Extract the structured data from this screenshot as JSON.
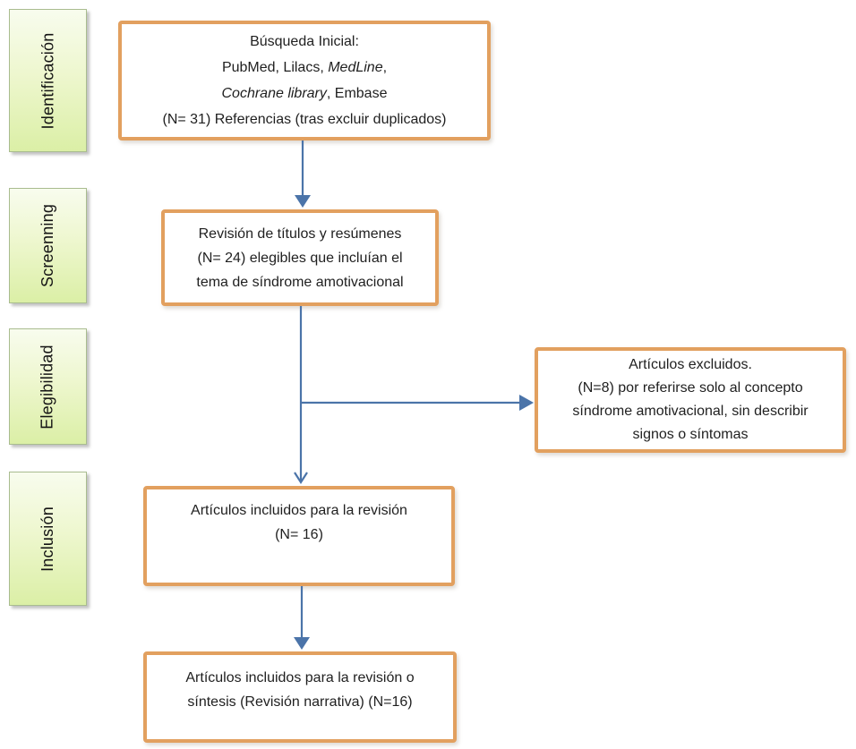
{
  "diagram": {
    "type": "flowchart",
    "stages": [
      {
        "label": "Identificación"
      },
      {
        "label": "Screenning"
      },
      {
        "label": "Elegibilidad"
      },
      {
        "label": "Inclusión"
      }
    ],
    "boxes": {
      "search": {
        "line1": "Búsqueda Inicial:",
        "line2_pre": "PubMed, Lilacs, ",
        "line2_italic": "MedLine",
        "line2_post": ",",
        "line3_italic": "Cochrane library",
        "line3_post": ", Embase",
        "line4": "(N= 31) Referencias (tras excluir duplicados)"
      },
      "screening": {
        "text": "Revisión de títulos y resúmenes\n(N= 24) elegibles que incluían el\ntema de síndrome amotivacional"
      },
      "excluded": {
        "text": "Artículos excluidos.\n(N=8) por referirse solo al concepto\nsíndrome amotivacional, sin describir\nsignos o síntomas"
      },
      "included": {
        "text": "Artículos incluidos para la revisión\n(N= 16)"
      },
      "final": {
        "text": "Artículos incluidos para la revisión o\nsíntesis (Revisión narrativa) (N=16)"
      }
    },
    "colors": {
      "box_border": "#E2A05F",
      "stage_fill_top": "#F8FCEE",
      "stage_fill_bottom": "#DBEFA6",
      "stage_border": "#A9BC8F",
      "arrow": "#4B74A9",
      "text": "#1F1F1F"
    }
  }
}
